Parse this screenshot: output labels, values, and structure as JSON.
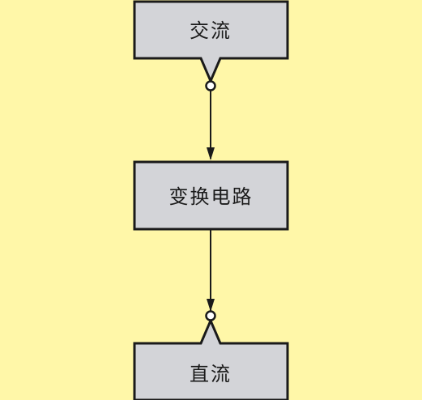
{
  "diagram": {
    "nodes": {
      "ac": {
        "label": "交流"
      },
      "converter": {
        "label": "变换电路"
      },
      "dc": {
        "label": "直流"
      }
    },
    "colors": {
      "background": "#fff7a8",
      "box_fill": "#d3d4d8",
      "stroke": "#1a1a1a"
    }
  }
}
